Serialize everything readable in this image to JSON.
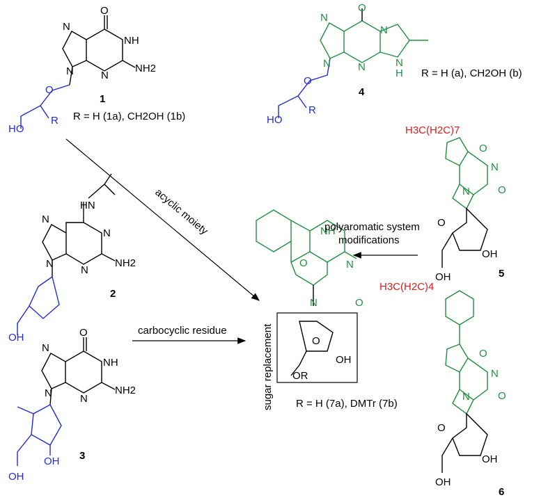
{
  "compounds": {
    "c1": {
      "number": "1",
      "caption": "R = H (1a), CH2OH (1b)",
      "atoms": [
        "O",
        "N",
        "NH",
        "NH2",
        "N",
        "N",
        "O",
        "HO",
        "R"
      ]
    },
    "c2": {
      "number": "2",
      "atoms": [
        "HN",
        "N",
        "N",
        "N",
        "N",
        "NH2",
        "OH"
      ]
    },
    "c3": {
      "number": "3",
      "atoms": [
        "O",
        "N",
        "NH",
        "N",
        "N",
        "NH2",
        "OH",
        "OH"
      ]
    },
    "c4": {
      "number": "4",
      "caption": "R = H (a), CH2OH (b)",
      "atoms": [
        "O",
        "N",
        "N",
        "N",
        "N",
        "H",
        "N",
        "O",
        "HO",
        "R"
      ]
    },
    "c5": {
      "number": "5",
      "chain": "H3C(H2C)7",
      "atoms": [
        "O",
        "N",
        "N",
        "O",
        "O",
        "OH",
        "OH"
      ]
    },
    "c6": {
      "number": "6",
      "chain": "H3C(H2C)4",
      "atoms": [
        "O",
        "N",
        "N",
        "O",
        "O",
        "OH",
        "OH"
      ]
    },
    "c7": {
      "caption": "R = H (7a), DMTr (7b)",
      "atoms": [
        "NH",
        "O",
        "N",
        "N",
        "O",
        "O",
        "OH",
        "OR"
      ]
    }
  },
  "arrows": {
    "acyclic": "acyclic moiety",
    "carbocyclic": "carbocyclic residue",
    "polyaromatic_line1": "polyaromatic system",
    "polyaromatic_line2": "modifications",
    "sugar": "sugar replacement"
  },
  "colors": {
    "acyclic_blue": "#1f2bd6",
    "base_green": "#1e8f3e",
    "chain_red": "#e11b1b",
    "core_black": "#000000"
  }
}
